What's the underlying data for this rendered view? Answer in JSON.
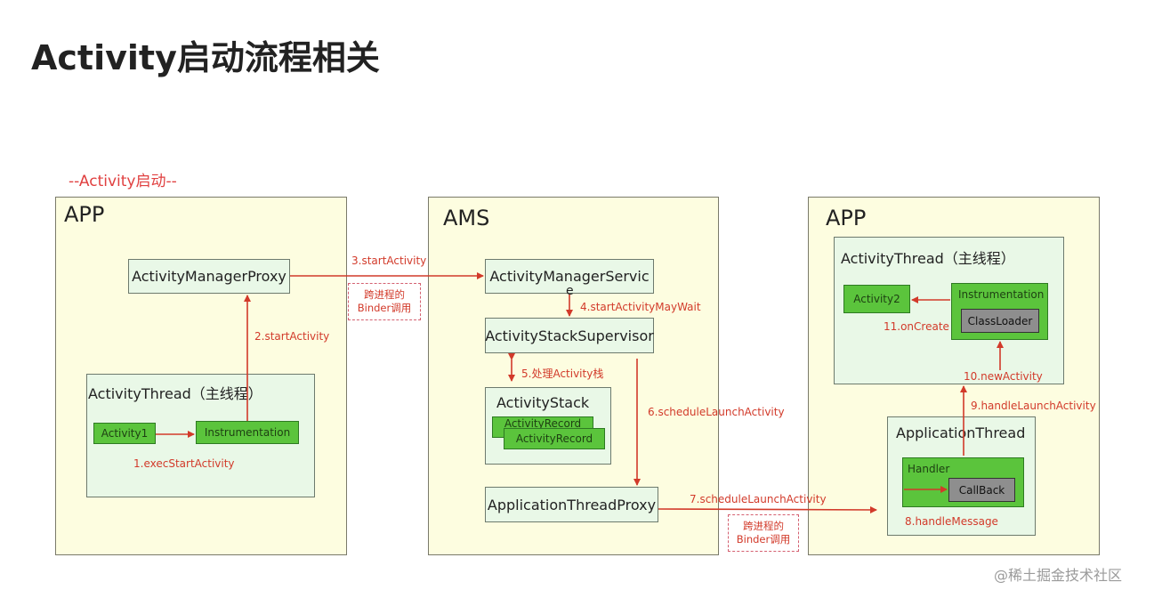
{
  "title": "Activity启动流程相关",
  "diagram_label": "--Activity启动--",
  "regions": {
    "app_left": "APP",
    "ams": "AMS",
    "app_right": "APP"
  },
  "left_app": {
    "proxy": "ActivityManagerProxy",
    "thread_group": "ActivityThread（主线程）",
    "activity1": "Activity1",
    "instrumentation": "Instrumentation"
  },
  "ams_region": {
    "service": "ActivityManagerServic",
    "service_tail": "e",
    "supervisor": "ActivityStackSupervisor",
    "stack_group": "ActivityStack",
    "record_back": "ActivityRecord",
    "record_front": "ActivityRecord",
    "thread_proxy": "ApplicationThreadProxy"
  },
  "right_app": {
    "thread_group": "ActivityThread（主线程）",
    "activity2": "Activity2",
    "instrumentation": "Instrumentation",
    "classloader": "ClassLoader",
    "app_thread_group": "ApplicationThread",
    "handler": "Handler",
    "callback": "CallBack"
  },
  "steps": {
    "s1": "1.execStartActivity",
    "s2": "2.startActivity",
    "s3": "3.startActivity",
    "s4": "4.startActivityMayWait",
    "s5": "5.处理Activity栈",
    "s6": "6.scheduleLaunchActivity",
    "s7": "7.scheduleLaunchActivity",
    "s8": "8.handleMessage",
    "s9": "9.handleLaunchActivity",
    "s10": "10.newActivity",
    "s11": "11.onCreate"
  },
  "binder_notes": {
    "line1": "跨进程的",
    "line2": "Binder调用"
  },
  "watermark": "@稀土掘金技术社区",
  "colors": {
    "region_fill": "#fdfde0",
    "box_fill": "#e9f8e7",
    "green_box": "#5bc43c",
    "gray_box": "#8e8e8e",
    "arrow": "#d23a2a"
  }
}
